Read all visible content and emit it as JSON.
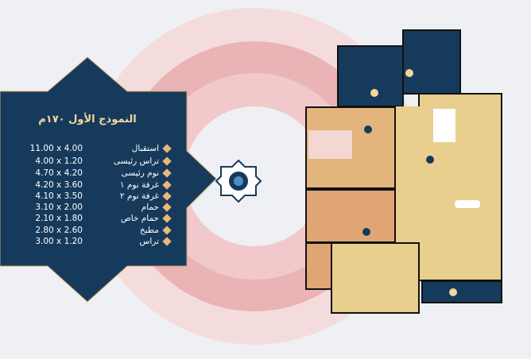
{
  "title": "النموذج الأول ١٧٠م",
  "rooms": [
    {
      "label": "استقبال",
      "size": "11.00 x 4.00"
    },
    {
      "label": "تراس رئيسى",
      "size": "4.00 x 1.20"
    },
    {
      "label": "نوم رئيسى",
      "size": "4.70 x 4.20"
    },
    {
      "label": "غرفة نوم ١",
      "size": "4.20 x 3.60"
    },
    {
      "label": "غرفة نوم ٢",
      "size": "4.10 x 3.50"
    },
    {
      "label": "حمام",
      "size": "3.10 x 2.00"
    },
    {
      "label": "حمام خاص",
      "size": "2.10 x 1.80"
    },
    {
      "label": "مطبخ",
      "size": "2.80 x 2.60"
    },
    {
      "label": "تراس",
      "size": "3.00 x 1.20"
    }
  ],
  "colors": {
    "navy": "#163a5c",
    "gold": "#f2d79a",
    "beige": "#e8cf8e",
    "pink": "#e9a9ad",
    "background": "#eef0f4"
  },
  "icons": [
    "star-ornament-icon",
    "rosette-ornament-icon"
  ]
}
